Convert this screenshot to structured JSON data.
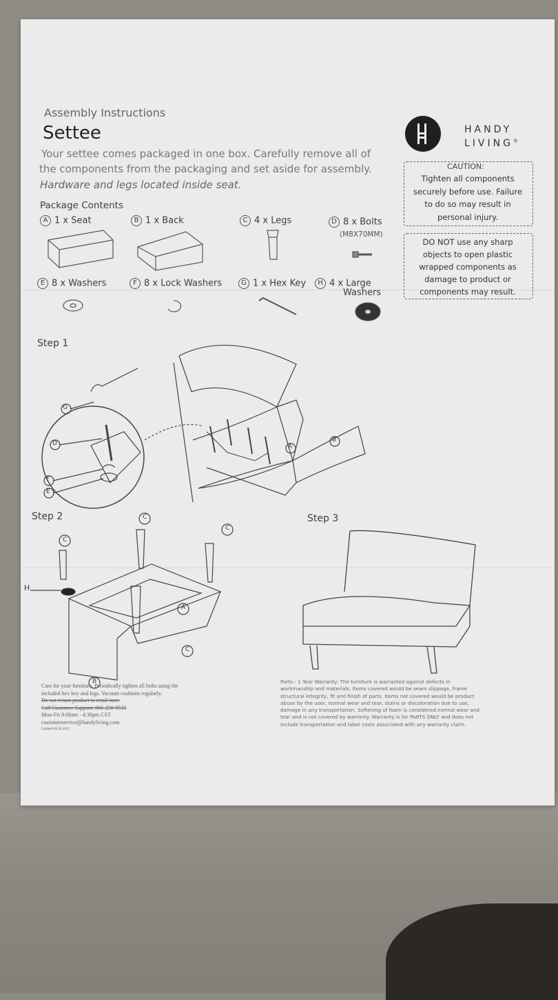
{
  "header": {
    "subtitle": "Assembly Instructions",
    "title": "Settee",
    "intro_line1": "Your settee comes packaged in one box.  Carefully remove all of",
    "intro_line2": "the components from the packaging and set aside for assembly.",
    "intro_italic": "Hardware and legs located inside seat."
  },
  "brand": {
    "line1": "HANDY",
    "line2": "LIVING",
    "mark": "®"
  },
  "caution": {
    "title": "CAUTION:",
    "lines": [
      "Tighten all components",
      "securely before use. Failure",
      "to do so may result in",
      "personal injury."
    ]
  },
  "warning": {
    "lines": [
      "DO NOT use any sharp",
      "objects to open plastic",
      "wrapped components as",
      "damage to product or",
      "components may result."
    ]
  },
  "package": {
    "heading": "Package Contents",
    "items": [
      {
        "letter": "A",
        "label": "1 x Seat"
      },
      {
        "letter": "B",
        "label": "1 x Back"
      },
      {
        "letter": "C",
        "label": "4 x Legs"
      },
      {
        "letter": "D",
        "label": "8 x Bolts",
        "sub": "(M8X70MM)"
      },
      {
        "letter": "E",
        "label": "8 x Washers"
      },
      {
        "letter": "F",
        "label": "8 x Lock Washers"
      },
      {
        "letter": "G",
        "label": "1 x Hex Key"
      },
      {
        "letter": "H",
        "label": "4 x Large",
        "sub": "Washers"
      }
    ]
  },
  "steps": {
    "step1": "Step 1",
    "step2": "Step 2",
    "step3": "Step 3",
    "callouts": {
      "A": "A",
      "B": "B",
      "C": "C",
      "D": "D",
      "E": "E",
      "F": "F",
      "G": "G",
      "H": "H"
    }
  },
  "footer_left": {
    "lines": [
      "Care for your furniture. Periodically tighten all bolts using the",
      "included hex key and legs. Vacuum cushions regularly.",
      "Do not return product to retail store",
      "Call Customer Support: 866-258-0533",
      "Mon-Fri 8:00am - 4:30pm CST",
      "customerservice@handyliving.com",
      "Updated 06.20.2015"
    ]
  },
  "footer_right": {
    "lines": [
      "Parts - 1 Year Warranty: The furniture is warranted against defects in",
      "workmanship and materials. Items covered would be seam slippage, frame",
      "structural integrity, fit and finish of parts. Items not covered would be product",
      "abuse by the user, normal wear and tear, stains or discoloration due to use,",
      "damage in any transportation. Softening of foam is considered normal wear and",
      "tear and is not covered by warranty. Warranty is for PARTS ONLY and does not",
      "include transportation and labor costs associated with any warranty claim."
    ]
  }
}
